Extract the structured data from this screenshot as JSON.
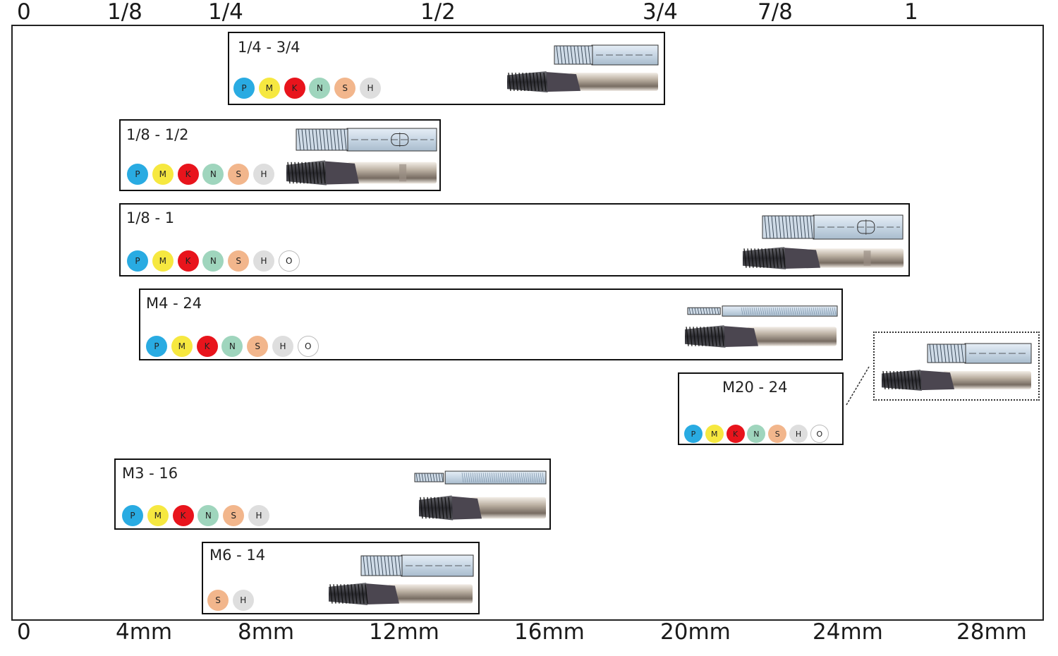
{
  "axis": {
    "top_ticks": [
      "0",
      "1/8",
      "1/4",
      "1/2",
      "3/4",
      "7/8",
      "1"
    ],
    "bottom_ticks": [
      "0",
      "4mm",
      "8mm",
      "12mm",
      "16mm",
      "20mm",
      "24mm",
      "28mm"
    ]
  },
  "colors": {
    "P": "#29abe2",
    "M": "#f6e840",
    "K": "#e8141c",
    "N": "#9fd5bd",
    "S": "#f2b68c",
    "H": "#dedede",
    "O": "#ffffff"
  },
  "ranges": [
    {
      "id": "r1",
      "label": "1/4 - 3/4",
      "materials": [
        "P",
        "M",
        "K",
        "N",
        "S",
        "H"
      ],
      "tool_icons": [
        "tool-drawing-icon",
        "tool-photo-icon"
      ]
    },
    {
      "id": "r2",
      "label": "1/8 - 1/2",
      "materials": [
        "P",
        "M",
        "K",
        "N",
        "S",
        "H"
      ],
      "tool_icons": [
        "tool-drawing-icon",
        "tool-photo-icon"
      ]
    },
    {
      "id": "r3",
      "label": "1/8 - 1",
      "materials": [
        "P",
        "M",
        "K",
        "N",
        "S",
        "H",
        "O"
      ],
      "tool_icons": [
        "tool-drawing-icon",
        "tool-photo-icon"
      ]
    },
    {
      "id": "r4",
      "label": "M4 - 24",
      "materials": [
        "P",
        "M",
        "K",
        "N",
        "S",
        "H",
        "O"
      ],
      "tool_icons": [
        "tool-drawing-icon",
        "tool-photo-icon"
      ]
    },
    {
      "id": "r5",
      "label": "M20 - 24",
      "materials": [
        "P",
        "M",
        "K",
        "N",
        "S",
        "H",
        "O"
      ],
      "tool_icons": [
        "tool-drawing-icon",
        "tool-photo-icon"
      ]
    },
    {
      "id": "r6",
      "label": "M3 - 16",
      "materials": [
        "P",
        "M",
        "K",
        "N",
        "S",
        "H"
      ],
      "tool_icons": [
        "tool-drawing-icon",
        "tool-photo-icon"
      ]
    },
    {
      "id": "r7",
      "label": "M6 - 14",
      "materials": [
        "S",
        "H"
      ],
      "tool_icons": [
        "tool-drawing-icon",
        "tool-photo-icon"
      ]
    }
  ]
}
